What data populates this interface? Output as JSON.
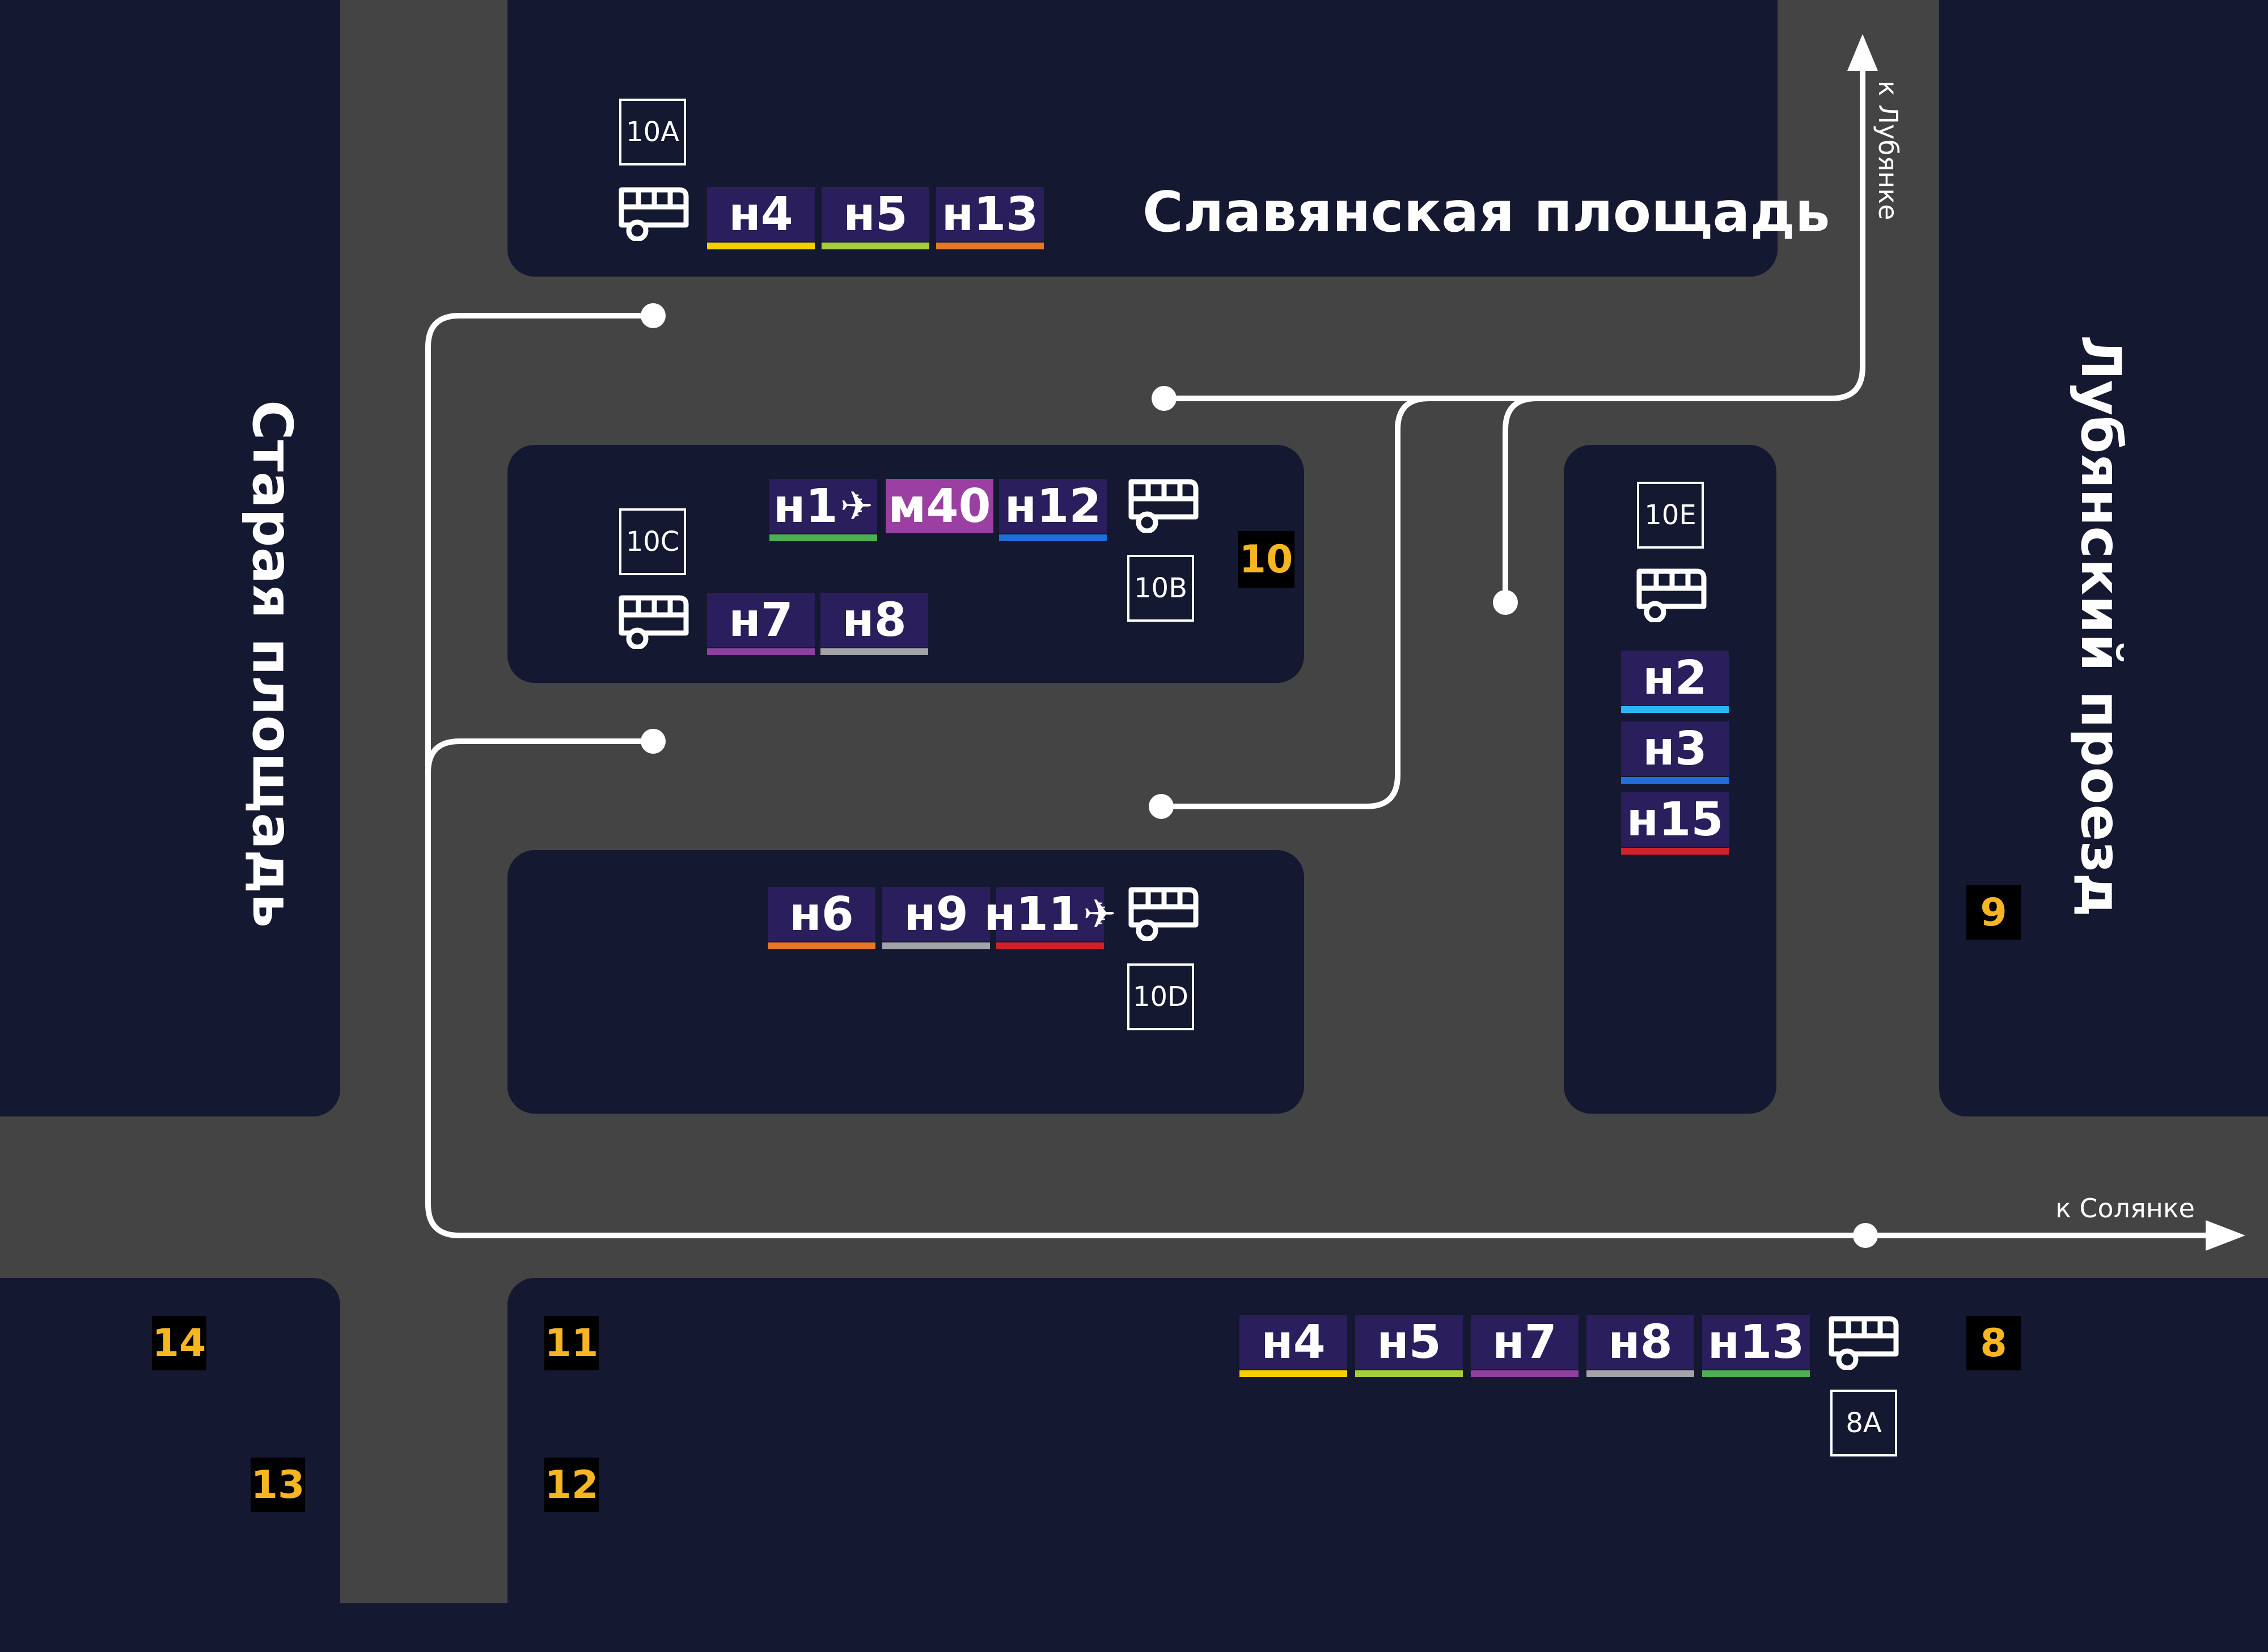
{
  "streets": {
    "slavyanskaya": "Славянская площадь",
    "staraya": "Старая площадь",
    "lubyansky": "Лубянский проезд"
  },
  "directions": {
    "to_lubyanka": "к Лубянке",
    "to_solyanka": "к Солянке"
  },
  "stops": {
    "s10a": {
      "code": "10А",
      "routes": [
        {
          "label": "н4",
          "color": "#f5d000"
        },
        {
          "label": "н5",
          "color": "#a6ce39"
        },
        {
          "label": "н13",
          "color": "#e87722"
        }
      ]
    },
    "s10b": {
      "code": "10B",
      "routes": [
        {
          "label": "н1",
          "color": "#4caf50",
          "plane": true
        },
        {
          "label": "м40",
          "color": "#9b3fa2",
          "bg": "#9b3fa2"
        },
        {
          "label": "н12",
          "color": "#1e6fd9"
        }
      ]
    },
    "s10c": {
      "code": "10C",
      "routes": [
        {
          "label": "н7",
          "color": "#8e3fa0"
        },
        {
          "label": "н8",
          "color": "#a3a3a8"
        }
      ]
    },
    "s10d": {
      "code": "10D",
      "routes": [
        {
          "label": "н6",
          "color": "#e87722"
        },
        {
          "label": "н9",
          "color": "#a3a3a8"
        },
        {
          "label": "н11",
          "color": "#d0202a",
          "plane": true
        }
      ]
    },
    "s10e": {
      "code": "10E",
      "routes": [
        {
          "label": "н2",
          "color": "#29b6f6"
        },
        {
          "label": "н3",
          "color": "#1e6fd9"
        },
        {
          "label": "н15",
          "color": "#d0202a"
        }
      ]
    },
    "s8a": {
      "code": "8A",
      "routes": [
        {
          "label": "н4",
          "color": "#f5d000"
        },
        {
          "label": "н5",
          "color": "#a6ce39"
        },
        {
          "label": "н7",
          "color": "#8e3fa0"
        },
        {
          "label": "н8",
          "color": "#a3a3a8"
        },
        {
          "label": "н13",
          "color": "#4caf50"
        }
      ]
    }
  },
  "entrances": {
    "e8": "8",
    "e9": "9",
    "e10": "10",
    "e11": "11",
    "e12": "12",
    "e13": "13",
    "e14": "14"
  },
  "colors": {
    "background": "#141830",
    "road": "#444444",
    "plate": "#2a1e5c",
    "entrance_text": "#f6b622",
    "path": "#ffffff"
  },
  "icons": {
    "bus": "bus-icon",
    "plane": "plane-icon",
    "arrow": "arrow-icon"
  }
}
